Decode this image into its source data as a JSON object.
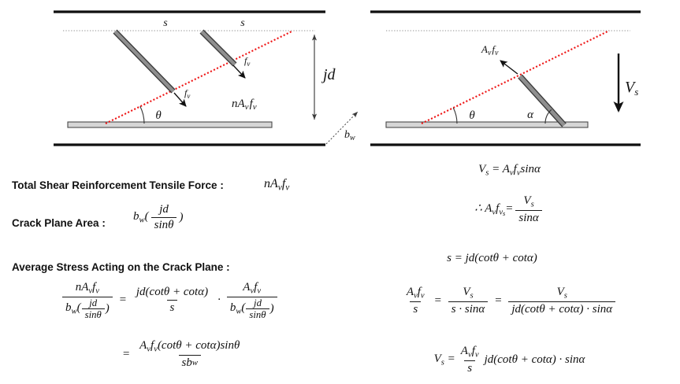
{
  "colors": {
    "crack_red": "#ee1111",
    "bar_fill": "#8f8f8f",
    "bar_edge": "#3a3a3a",
    "slab_fill": "#d6d6d6",
    "ink": "#111111"
  },
  "left_diagram": {
    "s1": "s",
    "s2": "s",
    "fv1": {
      "main": "f",
      "sub": "v"
    },
    "fv2": {
      "main": "f",
      "sub": "v"
    },
    "navfv": {
      "p1": "nA",
      "sub1": "v",
      "p2": "f",
      "sub2": "v"
    },
    "theta": "θ",
    "jd": "jd",
    "bw": {
      "main": "b",
      "sub": "w"
    }
  },
  "right_diagram": {
    "avfv": {
      "p1": "A",
      "sub1": "v",
      "p2": "f",
      "sub2": "v"
    },
    "theta": "θ",
    "alpha": "α",
    "vs": {
      "main": "V",
      "sub": "s"
    }
  },
  "headings": {
    "total_force": "Total Shear Reinforcement Tensile Force :",
    "crack_area": "Crack Plane Area :",
    "avg_stress": "Average Stress Acting on the Crack Plane :"
  },
  "formulas": {
    "total_force_math": [
      {
        "t": "nA"
      },
      {
        "t": "v",
        "s": 1
      },
      {
        "t": "f"
      },
      {
        "t": "v",
        "s": 1
      }
    ],
    "crack_area_math": {
      "pre": [
        {
          "t": "b"
        },
        {
          "t": "w",
          "s": 1
        },
        {
          "t": "("
        }
      ],
      "num": [
        {
          "t": "jd"
        }
      ],
      "den": [
        {
          "t": "sinθ"
        }
      ],
      "post": [
        {
          "t": ")"
        }
      ]
    },
    "eq1": {
      "f1_num": [
        {
          "t": "nA"
        },
        {
          "t": "v",
          "s": 1
        },
        {
          "t": "f"
        },
        {
          "t": "v",
          "s": 1
        }
      ],
      "f1_den_pre": [
        {
          "t": "b"
        },
        {
          "t": "w",
          "s": 1
        },
        {
          "t": "("
        }
      ],
      "f1_den_num": [
        {
          "t": "jd"
        }
      ],
      "f1_den_den": [
        {
          "t": "sinθ"
        }
      ],
      "f1_den_post": [
        {
          "t": ")"
        }
      ],
      "equals": [
        {
          "t": "="
        }
      ],
      "f2_num": [
        {
          "t": "jd(cotθ + cotα)"
        }
      ],
      "f2_den": [
        {
          "t": "s"
        }
      ],
      "dot": [
        {
          "t": "·"
        }
      ],
      "f3_num": [
        {
          "t": "A"
        },
        {
          "t": "v",
          "s": 1
        },
        {
          "t": "f"
        },
        {
          "t": "v",
          "s": 1
        }
      ],
      "f3_den_pre": [
        {
          "t": "b"
        },
        {
          "t": "w",
          "s": 1
        },
        {
          "t": "("
        }
      ],
      "f3_den_num": [
        {
          "t": "jd"
        }
      ],
      "f3_den_den": [
        {
          "t": "sinθ"
        }
      ],
      "f3_den_post": [
        {
          "t": ")"
        }
      ]
    },
    "eq2": {
      "equals": [
        {
          "t": "="
        }
      ],
      "num": [
        {
          "t": "A"
        },
        {
          "t": "v",
          "s": 1
        },
        {
          "t": "f"
        },
        {
          "t": "v",
          "s": 1
        },
        {
          "t": "(cotθ + cotα)sinθ"
        }
      ],
      "den": [
        {
          "t": "sb"
        },
        {
          "t": "w",
          "s": 1
        }
      ]
    },
    "r1": [
      {
        "t": "V"
      },
      {
        "t": "s",
        "s": 1
      },
      {
        "t": " = A"
      },
      {
        "t": "v",
        "s": 1
      },
      {
        "t": "f"
      },
      {
        "t": "v",
        "s": 1
      },
      {
        "t": "sinα"
      }
    ],
    "r2": {
      "pre": [
        {
          "t": "∴ A"
        },
        {
          "t": "v",
          "s": 1
        },
        {
          "t": "f"
        },
        {
          "t": "v",
          "s": 1
        },
        {
          "t": "s",
          "s": 2
        },
        {
          "t": "="
        }
      ],
      "num": [
        {
          "t": "V"
        },
        {
          "t": "s",
          "s": 1
        }
      ],
      "den": [
        {
          "t": "sinα"
        }
      ]
    },
    "r3": [
      {
        "t": "s = jd(cotθ + cotα)"
      }
    ],
    "r4": {
      "f1_num": [
        {
          "t": "A"
        },
        {
          "t": "v",
          "s": 1
        },
        {
          "t": "f"
        },
        {
          "t": "v",
          "s": 1
        }
      ],
      "f1_den": [
        {
          "t": "s"
        }
      ],
      "eq1": [
        {
          "t": "="
        }
      ],
      "f2_num": [
        {
          "t": "V"
        },
        {
          "t": "s",
          "s": 1
        }
      ],
      "f2_den": [
        {
          "t": "s · sinα"
        }
      ],
      "eq2": [
        {
          "t": "="
        }
      ],
      "f3_num": [
        {
          "t": "V"
        },
        {
          "t": "s",
          "s": 1
        }
      ],
      "f3_den": [
        {
          "t": "jd(cotθ + cotα) · sinα"
        }
      ]
    },
    "r5": {
      "pre": [
        {
          "t": "V"
        },
        {
          "t": "s",
          "s": 1
        },
        {
          "t": " ="
        }
      ],
      "num": [
        {
          "t": "A"
        },
        {
          "t": "v",
          "s": 1
        },
        {
          "t": "f"
        },
        {
          "t": "v",
          "s": 1
        }
      ],
      "den": [
        {
          "t": "s"
        }
      ],
      "post": [
        {
          "t": "jd(cotθ + cotα) · sinα"
        }
      ]
    }
  }
}
